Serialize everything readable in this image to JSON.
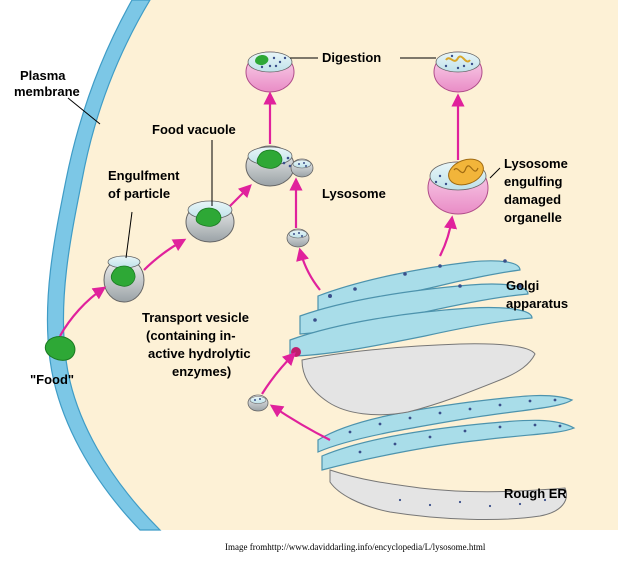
{
  "labels": {
    "plasma_membrane_1": "Plasma",
    "plasma_membrane_2": "membrane",
    "digestion": "Digestion",
    "food_vacuole": "Food vacuole",
    "engulfment_1": "Engulfment",
    "engulfment_2": "of particle",
    "lysosome": "Lysosome",
    "lysosome_engulfing_1": "Lysosome",
    "lysosome_engulfing_2": "engulfing",
    "lysosome_engulfing_3": "damaged",
    "lysosome_engulfing_4": "organelle",
    "golgi_1": "Golgi",
    "golgi_2": "apparatus",
    "transport_1": "Transport vesicle",
    "transport_2": "(containing in-",
    "transport_3": "active hydrolytic",
    "transport_4": "enzymes)",
    "food": "\"Food\"",
    "rough_er": "Rough ER"
  },
  "credit": "Image fromhttp://www.daviddarling.info/encyclopedia/L/lysosome.html",
  "colors": {
    "arrow": "#e0219c",
    "membrane": "#7cc7e6",
    "cytoplasm": "#fdf1d6",
    "organelle": "#a9dde9",
    "food": "#2ea836",
    "lysosome_pink": "#f6bfe0"
  }
}
